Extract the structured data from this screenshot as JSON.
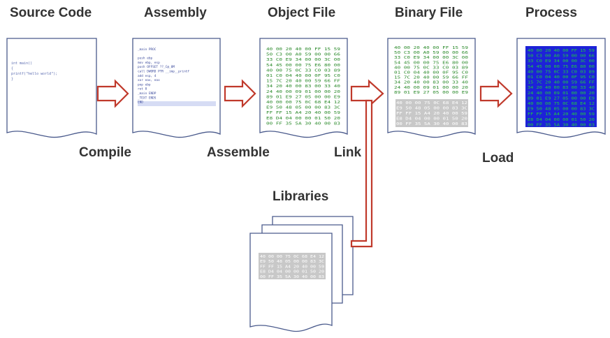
{
  "stages": {
    "source": {
      "title": "Source Code"
    },
    "assembly": {
      "title": "Assembly"
    },
    "object": {
      "title": "Object File"
    },
    "binary": {
      "title": "Binary File"
    },
    "process": {
      "title": "Process"
    },
    "libraries": {
      "title": "Libraries"
    }
  },
  "steps": {
    "compile": "Compile",
    "assemble": "Assemble",
    "link": "Link",
    "load": "Load"
  },
  "code": {
    "source_lines": [
      "int main()",
      "{",
      "    printf(\"hello world\");",
      "}"
    ],
    "assembly_lines": [
      "_main   PROC",
      "",
      "   push   ebp",
      "   mov    ebp, esp",
      "   push   OFFSET ??_C@_0M",
      "   call   DWORD PTR __imp__printf",
      "   add    esp, 4",
      "   xor    eax, eax",
      "   pop    ebp",
      "   ret    0",
      "_main   ENDP",
      "_TEXT   ENDS",
      "END"
    ],
    "hex_lines": [
      "40 00 20 40 00 FF 15 59",
      "50 C3 00 A0 59 00 00 66",
      "33 C0 E9 34 00 00 3C 00",
      "54 45 00 00 75 E6 80 00",
      "40 00 75 0C 33 C0 03 89",
      "01 C0 04 40 00 0F 95 C0",
      "15 7C 20 40 00 59 66 FF",
      "34 20 40 00 83 00 33 40",
      "24 40 00 09 01 00 00 20",
      "89 01 E9 27 05 00 00 E9",
      "40 00 00 75 0C 68 E4 12",
      "E9 50 48 05 00 00 83 3C",
      "FF FF 15 A4 20 40 00 59",
      "E8 D4 04 00 00 01 50 20",
      "00 FF 35 5A 30 40 00 83"
    ]
  },
  "colors": {
    "arrow": "#c0392b",
    "page_stroke": "#4a5a8c",
    "hex_green": "#2a8a2a",
    "library_block": "#c8c8c8",
    "process_fill": "#1d22d8",
    "process_text": "#1fd13a"
  }
}
